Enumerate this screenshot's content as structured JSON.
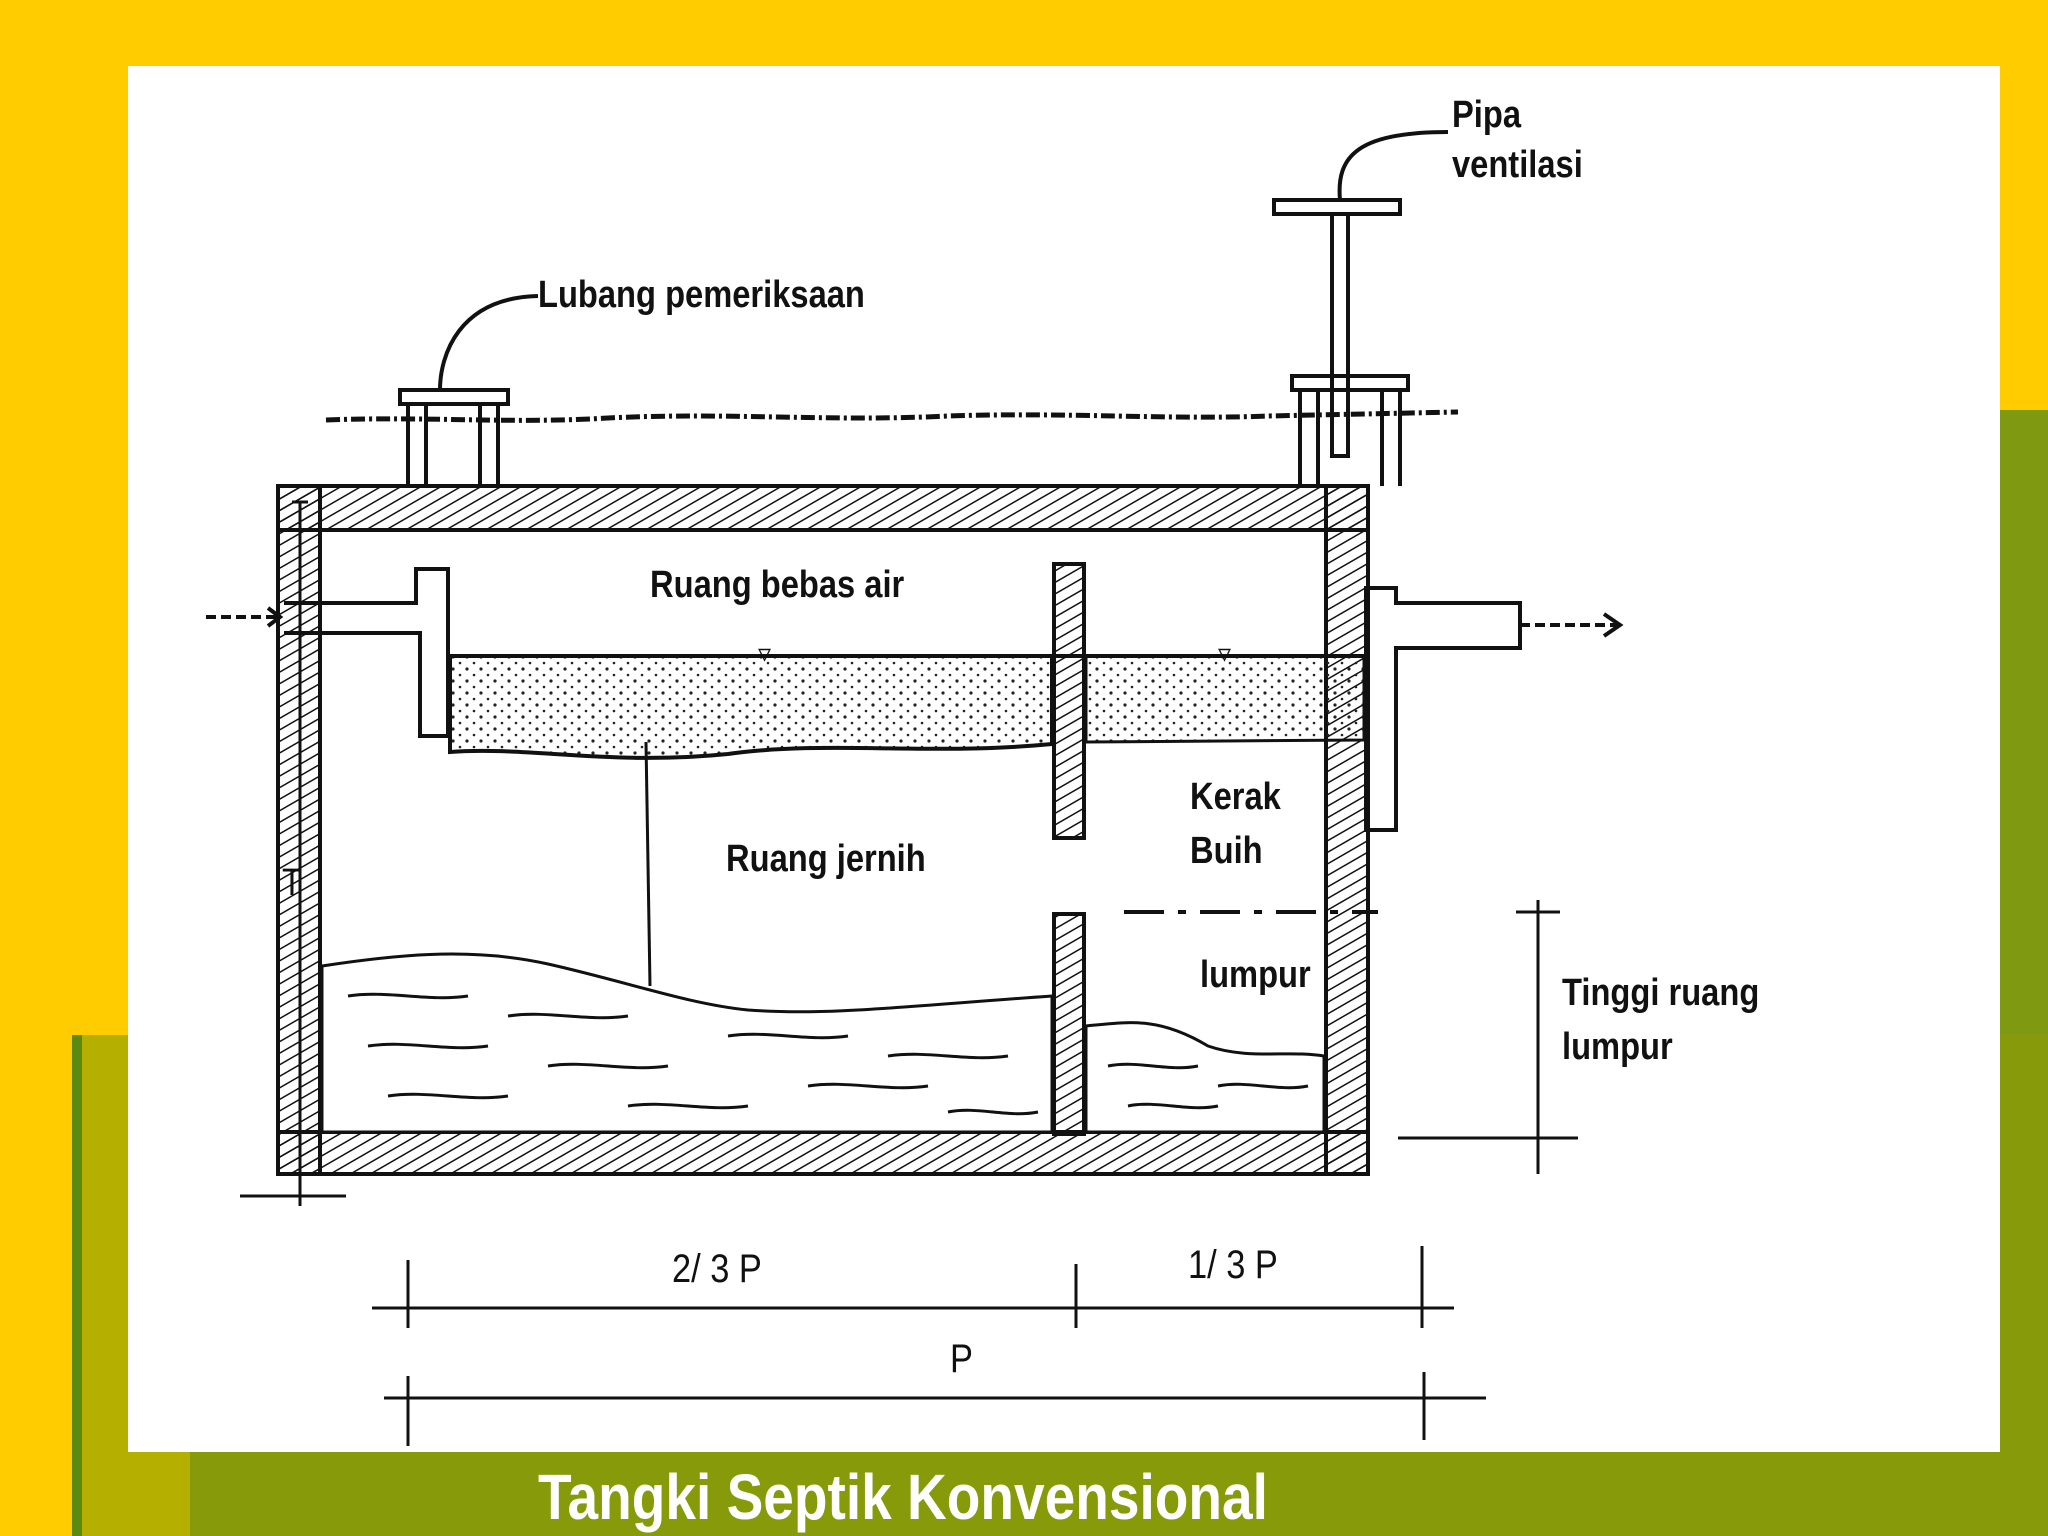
{
  "title": "Tangki Septik Konvensional",
  "colors": {
    "background": "#ffcc00",
    "footer": "#869a0a",
    "panel": "#ffffff",
    "ink": "#111111"
  },
  "labels": {
    "pipa": "Pipa",
    "ventilasi": "ventilasi",
    "lubang": "Lubang pemeriksaan",
    "ruang_bebas_air": "Ruang bebas air",
    "ruang_jernih": "Ruang jernih",
    "kerak": "Kerak",
    "buih": "Buih",
    "lumpur": "lumpur",
    "tinggi_ruang": "Tinggi ruang",
    "lumpur_2": "lumpur",
    "two_thirds": "2/ 3  P",
    "one_third": "1/ 3  P",
    "p": "P",
    "height": "T"
  }
}
